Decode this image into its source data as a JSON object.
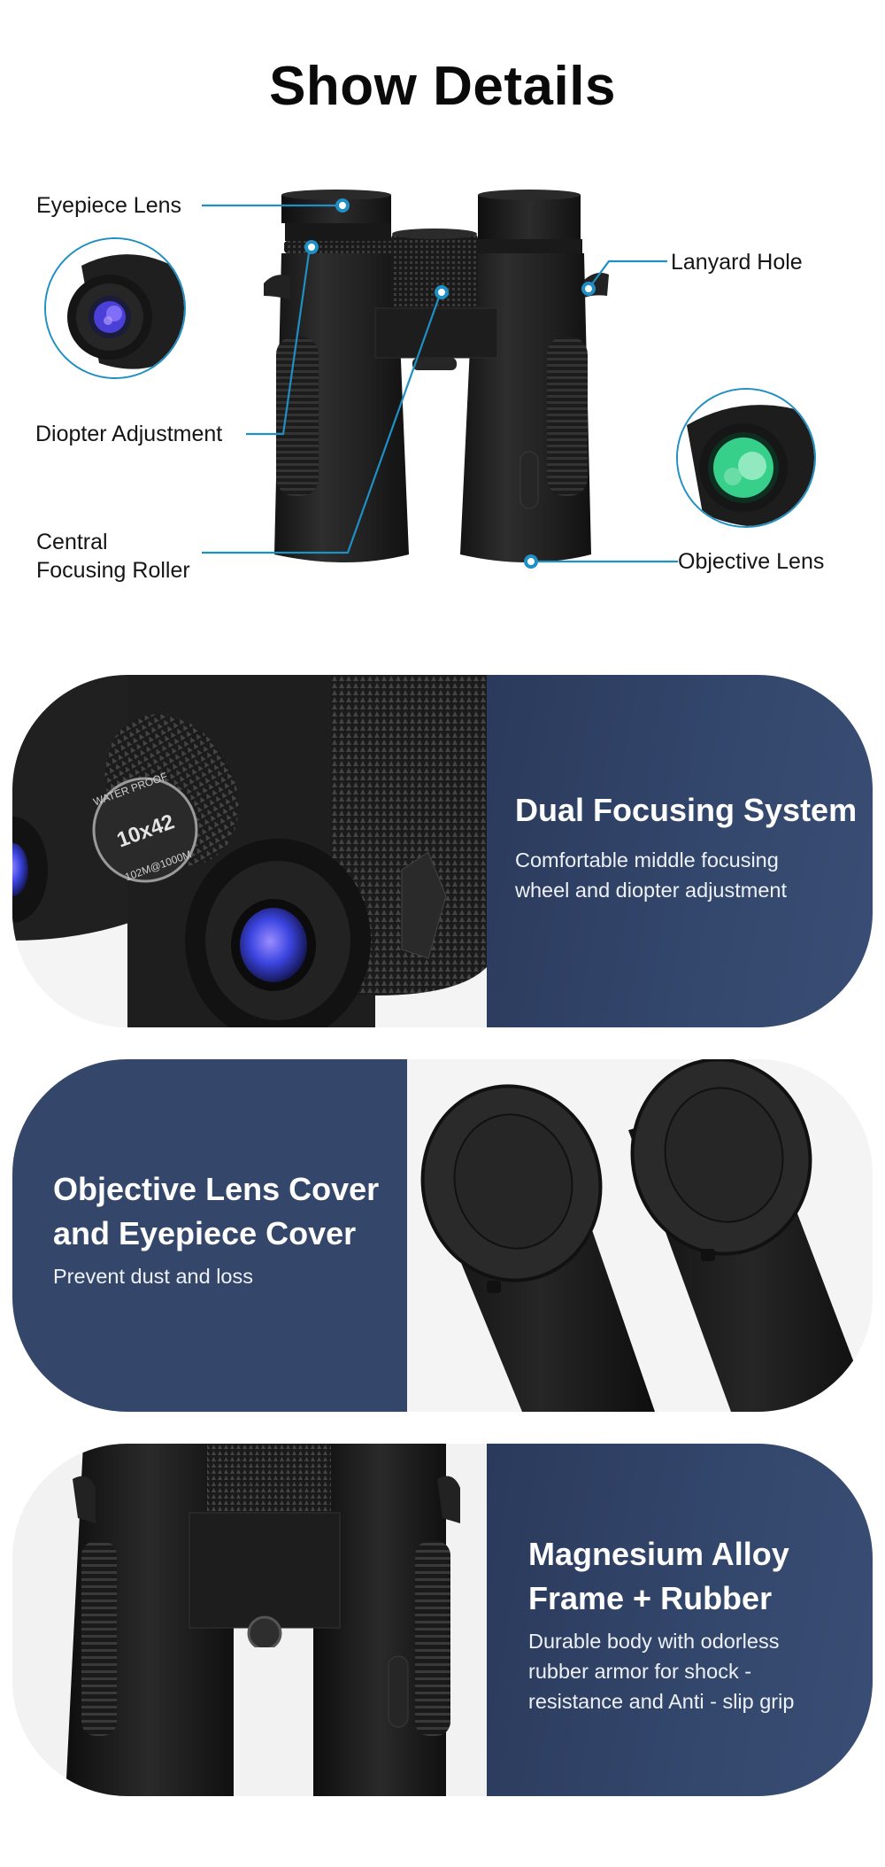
{
  "page": {
    "title": "Show Details"
  },
  "diagram": {
    "accent_color": "#1f8fc4",
    "labels": [
      {
        "id": "eyepiece",
        "text": "Eyepiece Lens"
      },
      {
        "id": "diopter",
        "text": "Diopter Adjustment"
      },
      {
        "id": "central_line1",
        "text": "Central"
      },
      {
        "id": "central_line2",
        "text": "Focusing Roller"
      },
      {
        "id": "lanyard",
        "text": "Lanyard Hole"
      },
      {
        "id": "objective",
        "text": "Objective Lens"
      }
    ],
    "insets": [
      {
        "id": "eyepiece-closeup",
        "lens_color": "#4a3fd6"
      },
      {
        "id": "objective-closeup",
        "lens_color": "#36d08a"
      }
    ]
  },
  "features": [
    {
      "title": "Dual Focusing System",
      "description_lines": [
        "Comfortable middle focusing",
        "wheel and diopter adjustment"
      ],
      "image_text": {
        "top": "WATER PROOF",
        "center": "10x42",
        "bottom": "102M@1000M"
      }
    },
    {
      "title_lines": [
        "Objective Lens Cover",
        "and Eyepiece Cover"
      ],
      "description": "Prevent dust and loss"
    },
    {
      "title_lines": [
        "Magnesium Alloy",
        "Frame + Rubber"
      ],
      "description_lines": [
        "Durable body with odorless",
        "rubber armor for shock -",
        "resistance and Anti - slip grip"
      ]
    }
  ],
  "colors": {
    "panel_navy": "#33466b",
    "card_bg": "#f2f2f2",
    "body_black": "#1e1e1e"
  }
}
